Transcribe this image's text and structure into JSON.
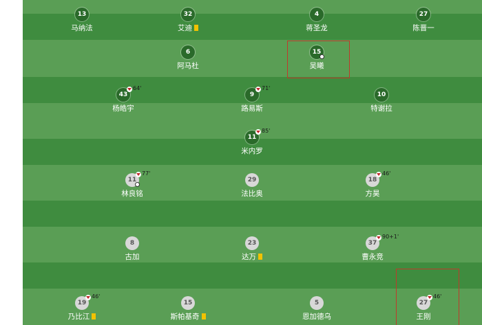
{
  "colors": {
    "pitch_dark": "#3f8c3f",
    "pitch_light": "#5a9e55",
    "highlight": "#c0392b",
    "yellow_card": "#f2c200"
  },
  "home_players": [
    {
      "number": "13",
      "name": "马纳法"
    },
    {
      "number": "32",
      "name": "艾迪",
      "yellow_card": true
    },
    {
      "number": "4",
      "name": "蒋圣龙"
    },
    {
      "number": "27",
      "name": "陈晋一"
    },
    {
      "number": "6",
      "name": "阿马杜"
    },
    {
      "number": "15",
      "name": "吴曦",
      "goal": true,
      "highlighted": true
    },
    {
      "number": "43",
      "name": "杨皓宇",
      "sub_time": "64'"
    },
    {
      "number": "9",
      "name": "路易斯",
      "sub_time": "71'"
    },
    {
      "number": "10",
      "name": "特谢拉"
    },
    {
      "number": "11",
      "name": "米内罗",
      "sub_time": "85'"
    }
  ],
  "away_players": [
    {
      "number": "11",
      "name": "林良铭",
      "sub_time": "77'",
      "goal": true
    },
    {
      "number": "29",
      "name": "法比奥"
    },
    {
      "number": "18",
      "name": "方昊",
      "sub_time": "46'"
    },
    {
      "number": "8",
      "name": "古加"
    },
    {
      "number": "23",
      "name": "达万",
      "yellow_card": true
    },
    {
      "number": "37",
      "name": "曹永竞",
      "sub_time": "90+1'"
    },
    {
      "number": "19",
      "name": "乃比江",
      "sub_time": "46'",
      "yellow_card": true
    },
    {
      "number": "15",
      "name": "斯帕基奇",
      "yellow_card": true
    },
    {
      "number": "5",
      "name": "恩加德乌"
    },
    {
      "number": "27",
      "name": "王刚",
      "sub_time": "46'",
      "highlighted": true
    }
  ]
}
